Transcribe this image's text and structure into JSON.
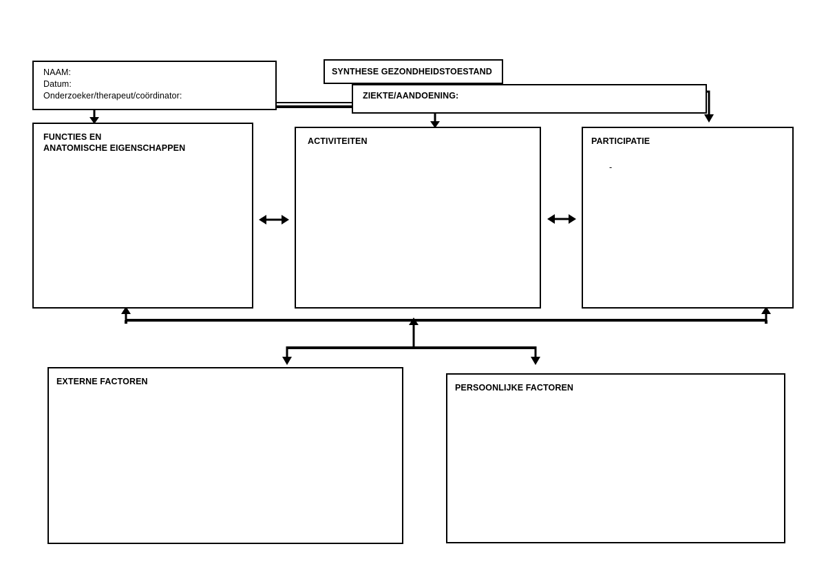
{
  "document": {
    "title": "ICF schema formulier",
    "language": "nl",
    "background_color": "#ffffff",
    "line_color": "#000000"
  },
  "identification": {
    "name_label": "NAAM:",
    "date_label": "Datum:",
    "researcher_label": "Onderzoeker/therapeut/coördinator:",
    "block_text": "NAAM:\nDatum:\nOnderzoeker/therapeut/coördinator:"
  },
  "header": {
    "synthese_label": "SYNTHESE GEZONDHEIDSTOESTAND",
    "ziekte_label": "ZIEKTE/AANDOENING:"
  },
  "domains": {
    "functies": {
      "label": "FUNCTIES EN\nANATOMISCHE EIGENSCHAPPEN",
      "content": ""
    },
    "activiteiten": {
      "label": "ACTIVITEITEN",
      "content": ""
    },
    "participatie": {
      "label": "PARTICIPATIE",
      "bullet": "-",
      "content": ""
    }
  },
  "factors": {
    "externe": {
      "label": "EXTERNE FACTOREN",
      "content": ""
    },
    "persoonlijke": {
      "label": "PERSOONLIJKE FACTOREN",
      "content": ""
    }
  },
  "connectors": {
    "ziekte_to_functies": "down-arrow",
    "ziekte_to_participatie": "hooked-down-arrow",
    "ziekte_to_activiteiten": "vertical-double-arrow",
    "functies_activiteiten": "horizontal-double-arrow",
    "activiteiten_participatie": "horizontal-double-arrow",
    "factors_bus": "bidirectional-bus"
  }
}
